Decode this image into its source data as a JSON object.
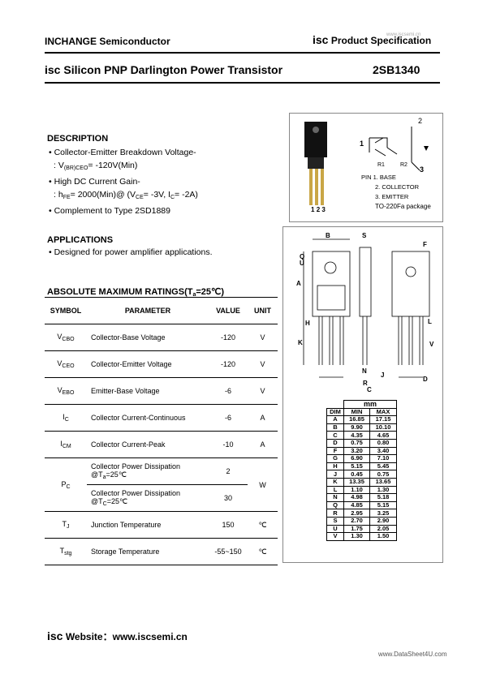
{
  "header": {
    "company": "INCHANGE Semiconductor",
    "isc": "isc",
    "spec": "Product Specification",
    "watermark_top": "www.iscsemi.cn"
  },
  "title": {
    "isc": "isc",
    "text": "Silicon PNP Darlington Power Transistor",
    "part": "2SB1340"
  },
  "description": {
    "heading": "DESCRIPTION",
    "bullet1": "Collector-Emitter Breakdown Voltage-",
    "v1_pre": ": V",
    "v1_sub": "(BR)CEO",
    "v1_post": "= -120V(Min)",
    "bullet2": "High DC Current Gain-",
    "h_pre": ": h",
    "h_sub": "FE",
    "h_mid": "= 2000(Min)@ (V",
    "h_sub2": "CE",
    "h_mid2": "= -3V, I",
    "h_sub3": "C",
    "h_post": "= -2A)",
    "bullet3": "Complement to Type 2SD1889"
  },
  "applications": {
    "heading": "APPLICATIONS",
    "bullet1": "Designed for power amplifier applications."
  },
  "ratings": {
    "heading": "ABSOLUTE MAXIMUM RATINGS(T",
    "heading_sub": "a",
    "heading_post": "=25℃)",
    "cols": [
      "SYMBOL",
      "PARAMETER",
      "VALUE",
      "UNIT"
    ],
    "rows": [
      {
        "sym": "V",
        "sub": "CBO",
        "param": "Collector-Base Voltage",
        "value": "-120",
        "unit": "V"
      },
      {
        "sym": "V",
        "sub": "CEO",
        "param": "Collector-Emitter Voltage",
        "value": "-120",
        "unit": "V"
      },
      {
        "sym": "V",
        "sub": "EBO",
        "param": "Emitter-Base Voltage",
        "value": "-6",
        "unit": "V"
      },
      {
        "sym": "I",
        "sub": "C",
        "param": "Collector Current-Continuous",
        "value": "-6",
        "unit": "A"
      },
      {
        "sym": "I",
        "sub": "CM",
        "param": "Collector Current-Peak",
        "value": "-10",
        "unit": "A"
      }
    ],
    "pc": {
      "sym": "P",
      "sub": "C",
      "p1a": "Collector Power Dissipation",
      "p1b": "@T",
      "p1sub": "a",
      "p1c": "=25℃",
      "v1": "2",
      "p2a": "Collector Power Dissipation",
      "p2b": "@T",
      "p2sub": "C",
      "p2c": "=25℃",
      "v2": "30",
      "unit": "W"
    },
    "tj": {
      "sym": "T",
      "sub": "J",
      "param": "Junction Temperature",
      "value": "150",
      "unit": "℃"
    },
    "tstg": {
      "sym": "T",
      "sub": "stg",
      "param": "Storage Temperature",
      "value": "-55~150",
      "unit": "℃"
    }
  },
  "pinout": {
    "pin1": "1",
    "pin2": "2",
    "pin3": "3",
    "r1": "R1",
    "r2": "R2",
    "l1": "PIN  1. BASE",
    "l2": "2. COLLECTOR",
    "l3": "3. EMITTER",
    "l4": "TO-220Fa package",
    "p1": "1",
    "p2": "2",
    "p3": "3"
  },
  "dims": {
    "letters": {
      "B": "B",
      "S": "S",
      "F": "F",
      "Q": "Q",
      "U": "U",
      "A": "A",
      "H": "H",
      "K": "K",
      "L": "L",
      "V": "V",
      "N": "N",
      "R": "R",
      "J": "J",
      "C": "C",
      "D": "D"
    },
    "unit": "mm",
    "head": [
      "DIM",
      "MIN",
      "MAX"
    ],
    "rows": [
      [
        "A",
        "16.85",
        "17.15"
      ],
      [
        "B",
        "9.90",
        "10.10"
      ],
      [
        "C",
        "4.35",
        "4.65"
      ],
      [
        "D",
        "0.75",
        "0.80"
      ],
      [
        "F",
        "3.20",
        "3.40"
      ],
      [
        "G",
        "6.90",
        "7.10"
      ],
      [
        "H",
        "5.15",
        "5.45"
      ],
      [
        "J",
        "0.45",
        "0.75"
      ],
      [
        "K",
        "13.35",
        "13.65"
      ],
      [
        "L",
        "1.10",
        "1.30"
      ],
      [
        "N",
        "4.98",
        "5.18"
      ],
      [
        "Q",
        "4.85",
        "5.15"
      ],
      [
        "R",
        "2.95",
        "3.25"
      ],
      [
        "S",
        "2.70",
        "2.90"
      ],
      [
        "U",
        "1.75",
        "2.05"
      ],
      [
        "V",
        "1.30",
        "1.50"
      ]
    ]
  },
  "footer": {
    "isc": "isc",
    "website_label": "Website：",
    "url": "www.iscsemi.cn",
    "watermark": "www.DataSheet4U.com"
  }
}
